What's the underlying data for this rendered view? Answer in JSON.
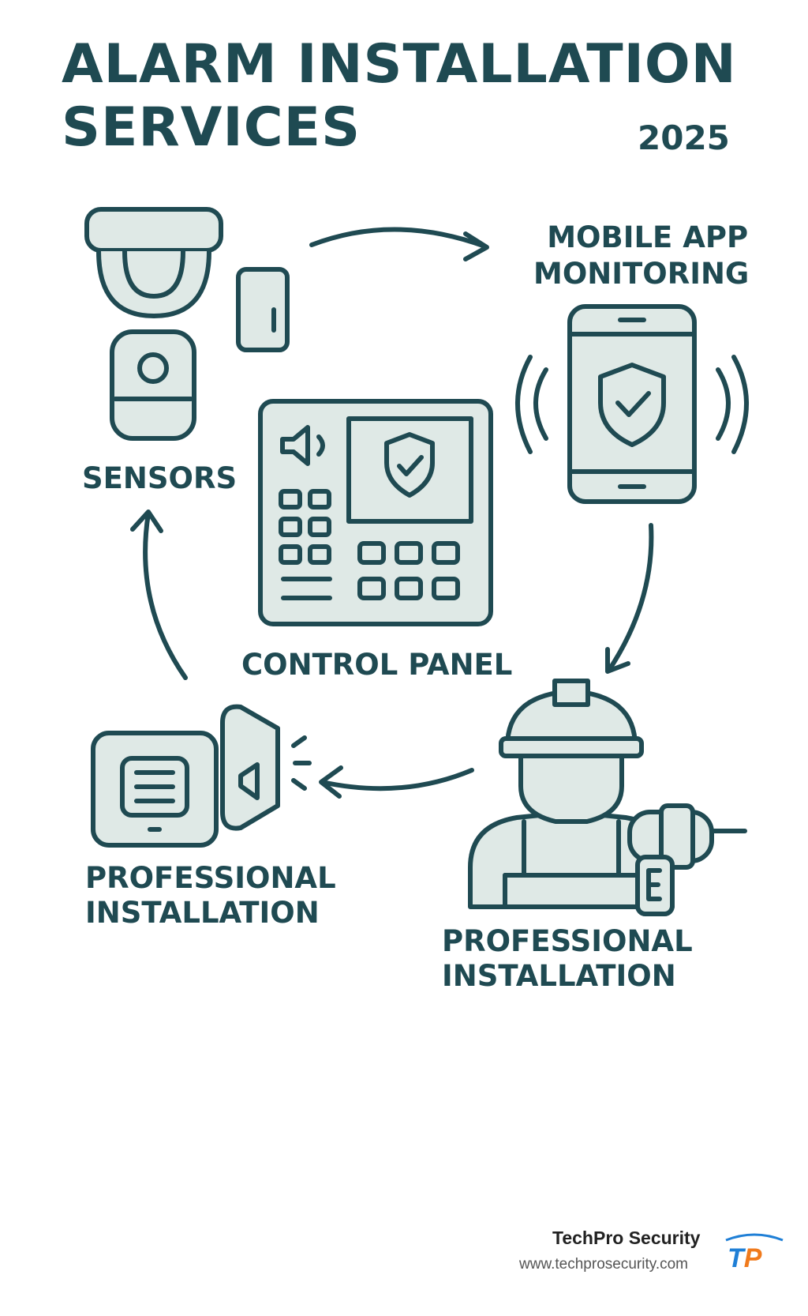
{
  "header": {
    "title_line1": "ALARM INSTALLATION",
    "title_line2": "SERVICES",
    "year": "2025"
  },
  "nodes": {
    "sensors": {
      "label": "SENSORS",
      "icon": "security-camera-and-sensors-icon"
    },
    "mobile_app": {
      "label_line1": "MOBILE APP",
      "label_line2": "MONITORING",
      "icon": "smartphone-shield-icon"
    },
    "control_panel": {
      "label": "CONTROL PANEL",
      "icon": "alarm-control-panel-icon"
    },
    "installer": {
      "label_line1": "PROFESSIONAL",
      "label_line2": "INSTALLATION",
      "icon": "installer-worker-icon"
    },
    "siren": {
      "label_line1": "PROFESSIONAL",
      "label_line2": "INSTALLATION",
      "icon": "siren-speaker-icon"
    }
  },
  "colors": {
    "stroke": "#1f4a52",
    "fill": "#dfe9e6",
    "logo_blue": "#1f7fd6",
    "logo_orange": "#f07a1c"
  },
  "footer": {
    "brand": "TechPro Security",
    "url": "www.techprosecurity.com",
    "logo_text": "TP"
  }
}
